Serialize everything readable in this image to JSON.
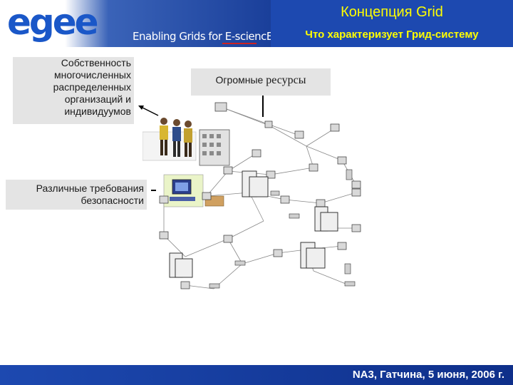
{
  "header": {
    "logo_text": "egee",
    "tagline": "Enabling Grids for E-sciencE",
    "title": "Концепция Grid",
    "subtitle": "Что характеризует Грид-систему"
  },
  "callouts": {
    "ownership": {
      "lines": [
        "Собственность",
        "многочисленных",
        "распределенных",
        "организаций и",
        "индивидуумов"
      ]
    },
    "resources": {
      "prefix": "Огромные",
      "word": "ресурсы"
    },
    "security": {
      "lines": [
        "Различные требования",
        "безопасности"
      ]
    }
  },
  "footer": {
    "text": "NA3, Гатчина, 5 июня, 2006 г."
  },
  "colors": {
    "header_blue": "#1d49b0",
    "title_yellow": "#ffff00",
    "callout_gray": "#e4e4e4"
  }
}
